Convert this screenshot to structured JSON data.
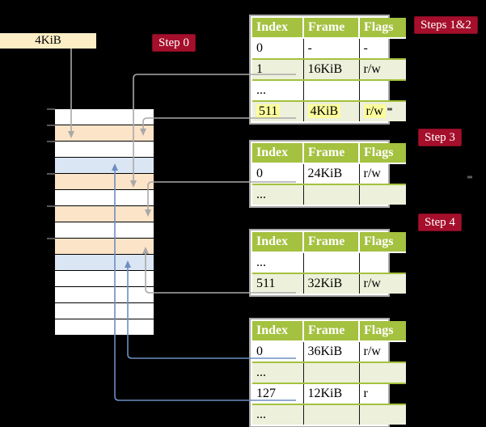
{
  "frame_size_box": {
    "label": "4KiB"
  },
  "step_labels": [
    {
      "label": "Step 0"
    },
    {
      "label": "Steps 1&2"
    },
    {
      "label": "Step 3"
    },
    {
      "label": "Step 4"
    }
  ],
  "page_tables": [
    {
      "title": "page-table-level-1",
      "headers": [
        "Index",
        "Frame",
        "Flags"
      ],
      "rows": [
        {
          "cells": [
            "0",
            "-",
            "-"
          ],
          "shaded": false,
          "highlight": false
        },
        {
          "cells": [
            "1",
            "16KiB",
            "r/w"
          ],
          "shaded": true,
          "highlight": false
        },
        {
          "cells": [
            "...",
            "",
            ""
          ],
          "shaded": false,
          "highlight": false
        },
        {
          "cells": [
            "511",
            "4KiB",
            "r/w"
          ],
          "shaded": true,
          "highlight": true
        }
      ]
    },
    {
      "title": "page-table-level-2",
      "headers": [
        "Index",
        "Frame",
        "Flags"
      ],
      "rows": [
        {
          "cells": [
            "0",
            "24KiB",
            "r/w"
          ],
          "shaded": false,
          "highlight": false
        },
        {
          "cells": [
            "...",
            "",
            ""
          ],
          "shaded": true,
          "highlight": false
        }
      ]
    },
    {
      "title": "page-table-level-3",
      "headers": [
        "Index",
        "Frame",
        "Flags"
      ],
      "rows": [
        {
          "cells": [
            "...",
            "",
            ""
          ],
          "shaded": false,
          "highlight": false
        },
        {
          "cells": [
            "511",
            "32KiB",
            "r/w"
          ],
          "shaded": true,
          "highlight": false
        }
      ]
    },
    {
      "title": "page-table-level-4",
      "headers": [
        "Index",
        "Frame",
        "Flags"
      ],
      "rows": [
        {
          "cells": [
            "0",
            "36KiB",
            "r/w"
          ],
          "shaded": false,
          "highlight": false
        },
        {
          "cells": [
            "...",
            "",
            ""
          ],
          "shaded": true,
          "highlight": false
        },
        {
          "cells": [
            "127",
            "12KiB",
            "r"
          ],
          "shaded": false,
          "highlight": false
        },
        {
          "cells": [
            "...",
            "",
            ""
          ],
          "shaded": true,
          "highlight": false
        }
      ]
    }
  ],
  "memory_stack": {
    "rows": [
      "white",
      "peach",
      "white",
      "blue",
      "peach",
      "white",
      "peach",
      "white",
      "peach",
      "blue",
      "white",
      "white",
      "white",
      "white"
    ]
  },
  "colors": {
    "background": "#000000",
    "table_header": "#a4c13f",
    "table_row_shaded": "#edf0da",
    "row_highlight": "#fcfc9c",
    "step_label_bg": "#a50f2b",
    "frame_box_bg": "#fdeec6",
    "stack_peach": "#fce4c8",
    "stack_blue": "#dbe6f4",
    "connector_gray": "#a9a9a9",
    "connector_blue": "#6d8dc0"
  }
}
